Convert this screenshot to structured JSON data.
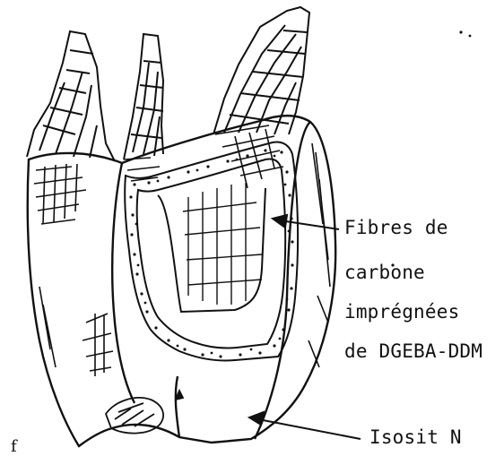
{
  "labels": {
    "fibres_line1": "Fibres de",
    "fibres_line2": "carbone",
    "fibres_line3": "imprégnées",
    "fibres_line4": "de DGEBA-DDM",
    "isosit": "Isosit N",
    "corner": "f"
  },
  "colors": {
    "ink": "#111111",
    "paper": "#ffffff"
  }
}
